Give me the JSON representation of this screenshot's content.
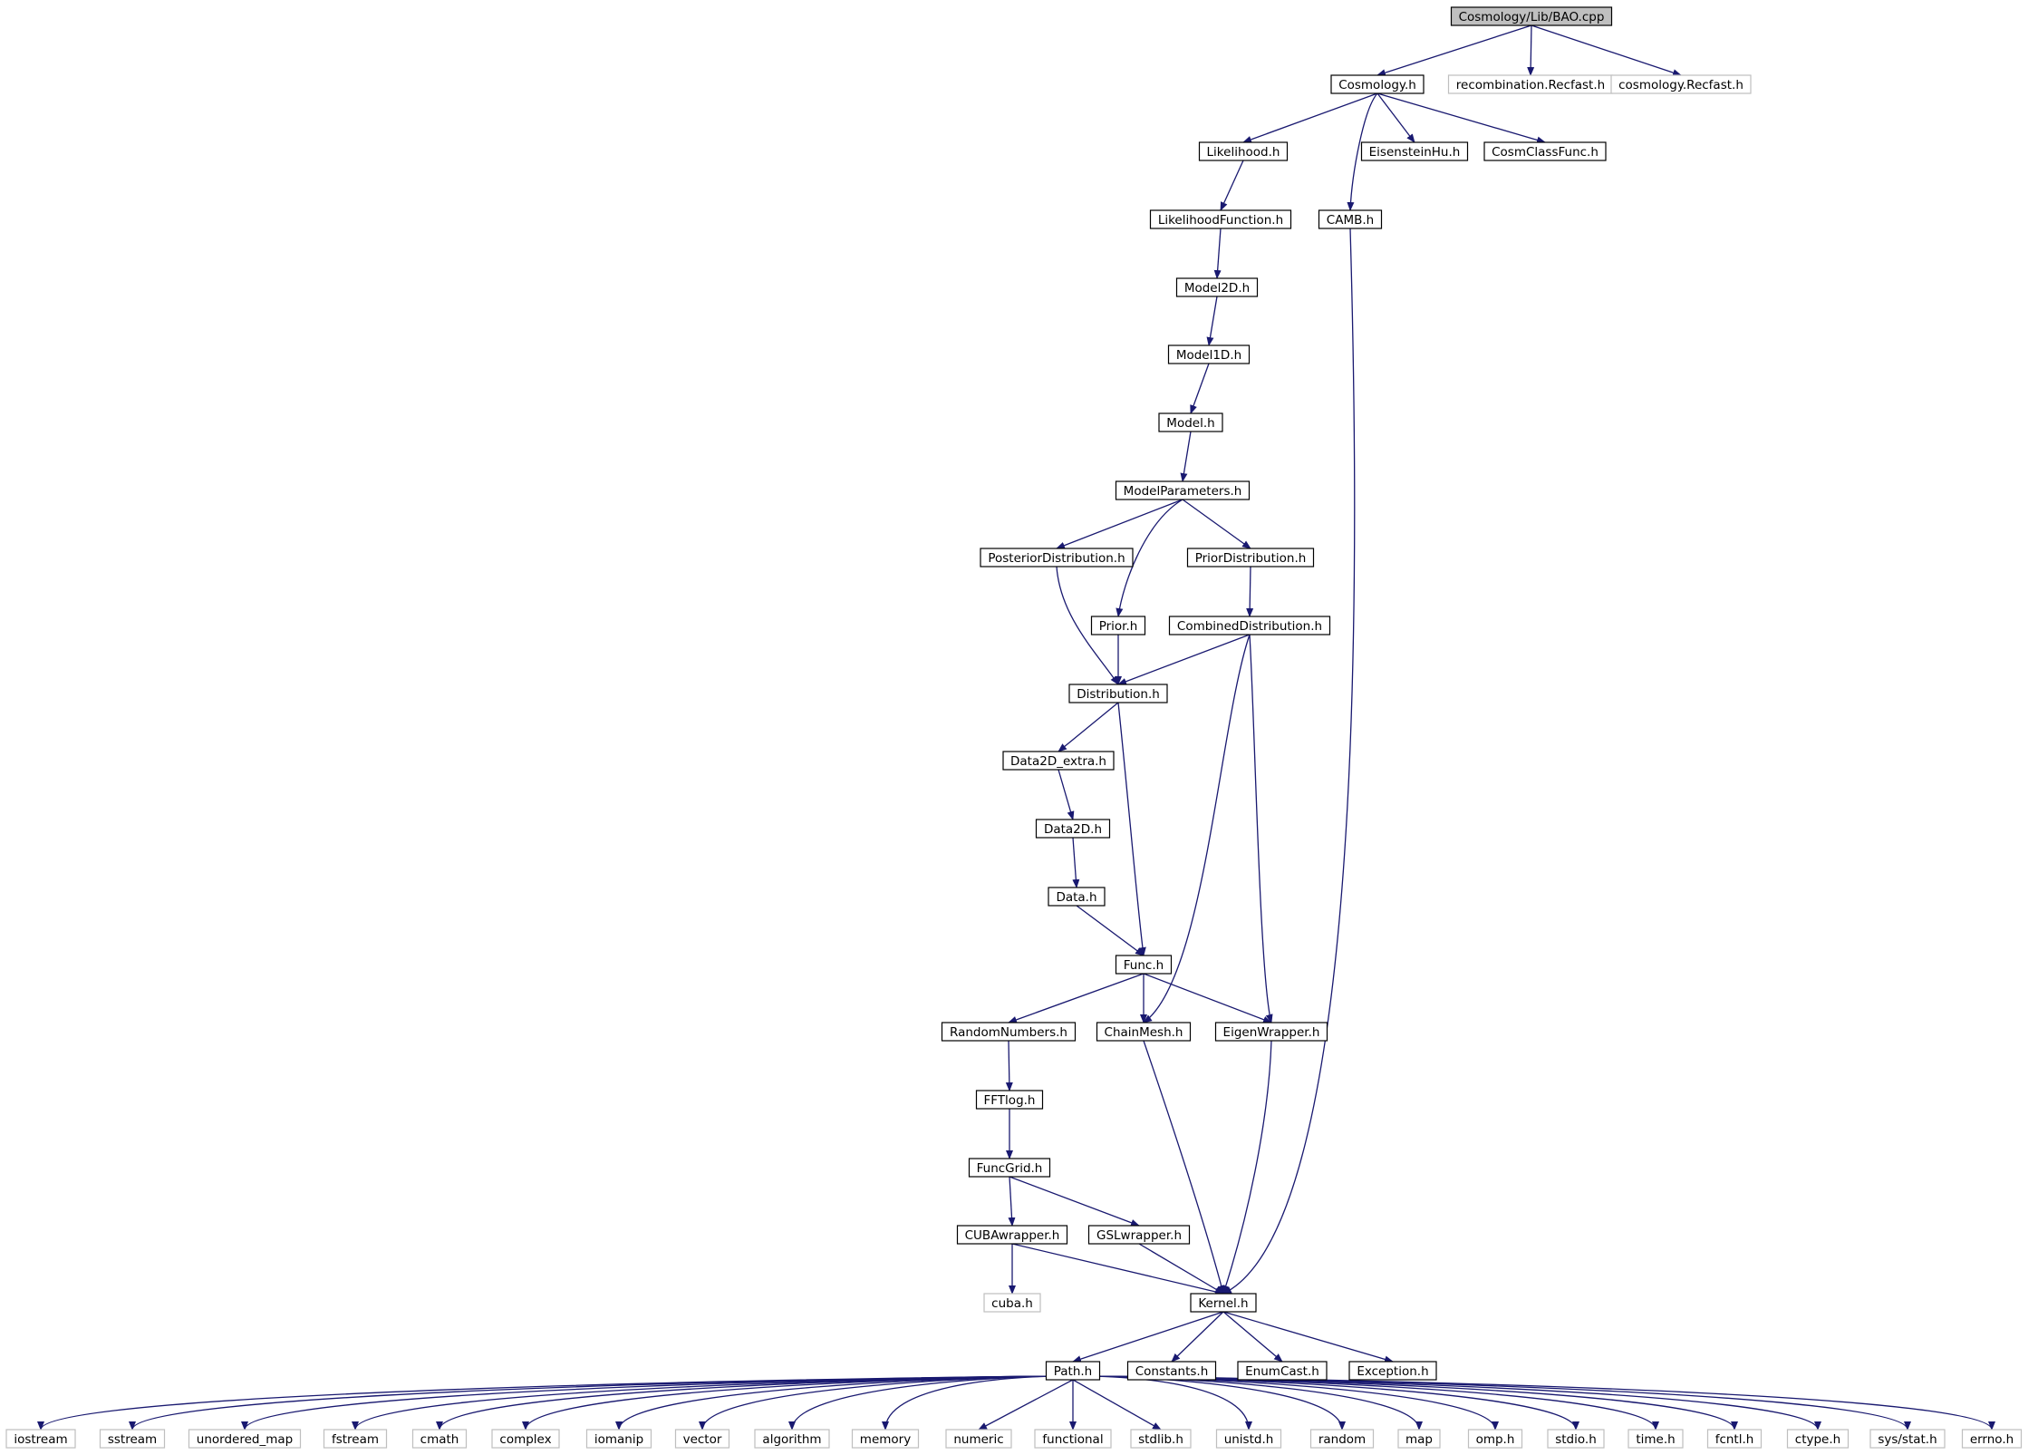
{
  "colors": {
    "edge": "#191970",
    "root_fill": "#bfbfbf",
    "node_border": "#000000",
    "external_border": "#bfbfbf",
    "background": "#ffffff"
  },
  "nodes": {
    "root": {
      "label": "Cosmology/Lib/BAO.cpp",
      "kind": "root"
    },
    "cosmology_h": {
      "label": "Cosmology.h",
      "kind": "local"
    },
    "recomb_recfast": {
      "label": "recombination.Recfast.h",
      "kind": "external"
    },
    "cosmo_recfast": {
      "label": "cosmology.Recfast.h",
      "kind": "external"
    },
    "likelihood_h": {
      "label": "Likelihood.h",
      "kind": "local"
    },
    "eisensteinhu_h": {
      "label": "EisensteinHu.h",
      "kind": "local"
    },
    "cosmclassfunc_h": {
      "label": "CosmClassFunc.h",
      "kind": "local"
    },
    "likelihoodfunction_h": {
      "label": "LikelihoodFunction.h",
      "kind": "local"
    },
    "camb_h": {
      "label": "CAMB.h",
      "kind": "local"
    },
    "model2d_h": {
      "label": "Model2D.h",
      "kind": "local"
    },
    "model1d_h": {
      "label": "Model1D.h",
      "kind": "local"
    },
    "model_h": {
      "label": "Model.h",
      "kind": "local"
    },
    "modelparameters_h": {
      "label": "ModelParameters.h",
      "kind": "local"
    },
    "posteriordistribution_h": {
      "label": "PosteriorDistribution.h",
      "kind": "local"
    },
    "priordistribution_h": {
      "label": "PriorDistribution.h",
      "kind": "local"
    },
    "prior_h": {
      "label": "Prior.h",
      "kind": "local"
    },
    "combineddistribution_h": {
      "label": "CombinedDistribution.h",
      "kind": "local"
    },
    "distribution_h": {
      "label": "Distribution.h",
      "kind": "local"
    },
    "data2d_extra_h": {
      "label": "Data2D_extra.h",
      "kind": "local"
    },
    "data2d_h": {
      "label": "Data2D.h",
      "kind": "local"
    },
    "data_h": {
      "label": "Data.h",
      "kind": "local"
    },
    "func_h": {
      "label": "Func.h",
      "kind": "local"
    },
    "randomnumbers_h": {
      "label": "RandomNumbers.h",
      "kind": "local"
    },
    "chainmesh_h": {
      "label": "ChainMesh.h",
      "kind": "local"
    },
    "eigenwrapper_h": {
      "label": "EigenWrapper.h",
      "kind": "local"
    },
    "fftlog_h": {
      "label": "FFTlog.h",
      "kind": "local"
    },
    "funcgrid_h": {
      "label": "FuncGrid.h",
      "kind": "local"
    },
    "cubawrapper_h": {
      "label": "CUBAwrapper.h",
      "kind": "local"
    },
    "gslwrapper_h": {
      "label": "GSLwrapper.h",
      "kind": "local"
    },
    "cuba_h": {
      "label": "cuba.h",
      "kind": "external"
    },
    "kernel_h": {
      "label": "Kernel.h",
      "kind": "local"
    },
    "path_h": {
      "label": "Path.h",
      "kind": "local"
    },
    "constants_h": {
      "label": "Constants.h",
      "kind": "local"
    },
    "enumcast_h": {
      "label": "EnumCast.h",
      "kind": "local"
    },
    "exception_h": {
      "label": "Exception.h",
      "kind": "local"
    },
    "iostream": {
      "label": "iostream",
      "kind": "external"
    },
    "sstream": {
      "label": "sstream",
      "kind": "external"
    },
    "unordered_map": {
      "label": "unordered_map",
      "kind": "external"
    },
    "fstream": {
      "label": "fstream",
      "kind": "external"
    },
    "cmath": {
      "label": "cmath",
      "kind": "external"
    },
    "complex": {
      "label": "complex",
      "kind": "external"
    },
    "iomanip": {
      "label": "iomanip",
      "kind": "external"
    },
    "vector": {
      "label": "vector",
      "kind": "external"
    },
    "algorithm": {
      "label": "algorithm",
      "kind": "external"
    },
    "memory": {
      "label": "memory",
      "kind": "external"
    },
    "numeric": {
      "label": "numeric",
      "kind": "external"
    },
    "functional": {
      "label": "functional",
      "kind": "external"
    },
    "stdlib_h": {
      "label": "stdlib.h",
      "kind": "external"
    },
    "unistd_h": {
      "label": "unistd.h",
      "kind": "external"
    },
    "random": {
      "label": "random",
      "kind": "external"
    },
    "map": {
      "label": "map",
      "kind": "external"
    },
    "omp_h": {
      "label": "omp.h",
      "kind": "external"
    },
    "stdio_h": {
      "label": "stdio.h",
      "kind": "external"
    },
    "time_h": {
      "label": "time.h",
      "kind": "external"
    },
    "fcntl_h": {
      "label": "fcntl.h",
      "kind": "external"
    },
    "ctype_h": {
      "label": "ctype.h",
      "kind": "external"
    },
    "sys_stat_h": {
      "label": "sys/stat.h",
      "kind": "external"
    },
    "errno_h": {
      "label": "errno.h",
      "kind": "external"
    }
  },
  "edges": [
    [
      "root",
      "cosmology_h"
    ],
    [
      "root",
      "recomb_recfast"
    ],
    [
      "root",
      "cosmo_recfast"
    ],
    [
      "cosmology_h",
      "likelihood_h"
    ],
    [
      "cosmology_h",
      "camb_h"
    ],
    [
      "cosmology_h",
      "eisensteinhu_h"
    ],
    [
      "cosmology_h",
      "cosmclassfunc_h"
    ],
    [
      "likelihood_h",
      "likelihoodfunction_h"
    ],
    [
      "likelihoodfunction_h",
      "model2d_h"
    ],
    [
      "model2d_h",
      "model1d_h"
    ],
    [
      "model1d_h",
      "model_h"
    ],
    [
      "model_h",
      "modelparameters_h"
    ],
    [
      "modelparameters_h",
      "posteriordistribution_h"
    ],
    [
      "modelparameters_h",
      "prior_h"
    ],
    [
      "modelparameters_h",
      "priordistribution_h"
    ],
    [
      "priordistribution_h",
      "combineddistribution_h"
    ],
    [
      "posteriordistribution_h",
      "distribution_h"
    ],
    [
      "prior_h",
      "distribution_h"
    ],
    [
      "combineddistribution_h",
      "distribution_h"
    ],
    [
      "combineddistribution_h",
      "chainmesh_h"
    ],
    [
      "combineddistribution_h",
      "eigenwrapper_h"
    ],
    [
      "distribution_h",
      "data2d_extra_h"
    ],
    [
      "distribution_h",
      "func_h"
    ],
    [
      "data2d_extra_h",
      "data2d_h"
    ],
    [
      "data2d_h",
      "data_h"
    ],
    [
      "data_h",
      "func_h"
    ],
    [
      "func_h",
      "randomnumbers_h"
    ],
    [
      "func_h",
      "chainmesh_h"
    ],
    [
      "func_h",
      "eigenwrapper_h"
    ],
    [
      "randomnumbers_h",
      "fftlog_h"
    ],
    [
      "fftlog_h",
      "funcgrid_h"
    ],
    [
      "funcgrid_h",
      "cubawrapper_h"
    ],
    [
      "funcgrid_h",
      "gslwrapper_h"
    ],
    [
      "cubawrapper_h",
      "cuba_h"
    ],
    [
      "cubawrapper_h",
      "kernel_h"
    ],
    [
      "gslwrapper_h",
      "kernel_h"
    ],
    [
      "chainmesh_h",
      "kernel_h"
    ],
    [
      "eigenwrapper_h",
      "kernel_h"
    ],
    [
      "camb_h",
      "kernel_h"
    ],
    [
      "kernel_h",
      "path_h"
    ],
    [
      "kernel_h",
      "constants_h"
    ],
    [
      "kernel_h",
      "enumcast_h"
    ],
    [
      "kernel_h",
      "exception_h"
    ],
    [
      "path_h",
      "iostream"
    ],
    [
      "path_h",
      "sstream"
    ],
    [
      "path_h",
      "unordered_map"
    ],
    [
      "path_h",
      "fstream"
    ],
    [
      "path_h",
      "cmath"
    ],
    [
      "path_h",
      "complex"
    ],
    [
      "path_h",
      "iomanip"
    ],
    [
      "path_h",
      "vector"
    ],
    [
      "path_h",
      "algorithm"
    ],
    [
      "path_h",
      "memory"
    ],
    [
      "path_h",
      "numeric"
    ],
    [
      "path_h",
      "functional"
    ],
    [
      "path_h",
      "stdlib_h"
    ],
    [
      "path_h",
      "unistd_h"
    ],
    [
      "path_h",
      "random"
    ],
    [
      "path_h",
      "map"
    ],
    [
      "path_h",
      "omp_h"
    ],
    [
      "path_h",
      "stdio_h"
    ],
    [
      "path_h",
      "time_h"
    ],
    [
      "path_h",
      "fcntl_h"
    ],
    [
      "path_h",
      "ctype_h"
    ],
    [
      "path_h",
      "sys_stat_h"
    ],
    [
      "path_h",
      "errno_h"
    ]
  ]
}
